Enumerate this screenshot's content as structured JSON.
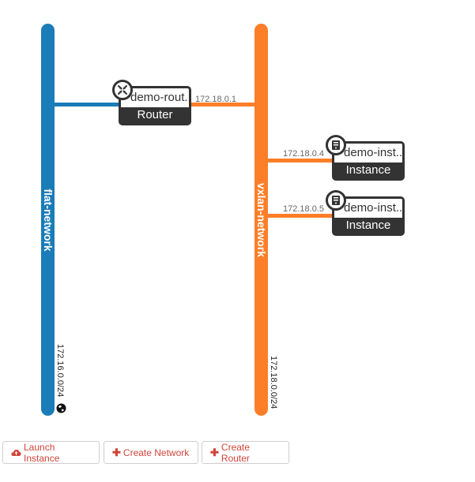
{
  "networks": [
    {
      "name": "flat-network",
      "cidr": "172.16.0.0/24"
    },
    {
      "name": "vxlan-network",
      "cidr": "172.18.0.0/24"
    }
  ],
  "router": {
    "name": "demo-rout..",
    "type": "Router",
    "ip": "172.18.0.1"
  },
  "instances": [
    {
      "name": "demo-inst..",
      "type": "Instance",
      "ip": "172.18.0.4"
    },
    {
      "name": "demo-inst..",
      "type": "Instance",
      "ip": "172.18.0.5"
    }
  ],
  "buttons": {
    "launch_instance": "Launch Instance",
    "create_network": "Create Network",
    "create_router": "Create Router"
  },
  "colors": {
    "flat": "#1a7cb8",
    "vxlan": "#fd7e28",
    "accent": "#d0453a"
  }
}
